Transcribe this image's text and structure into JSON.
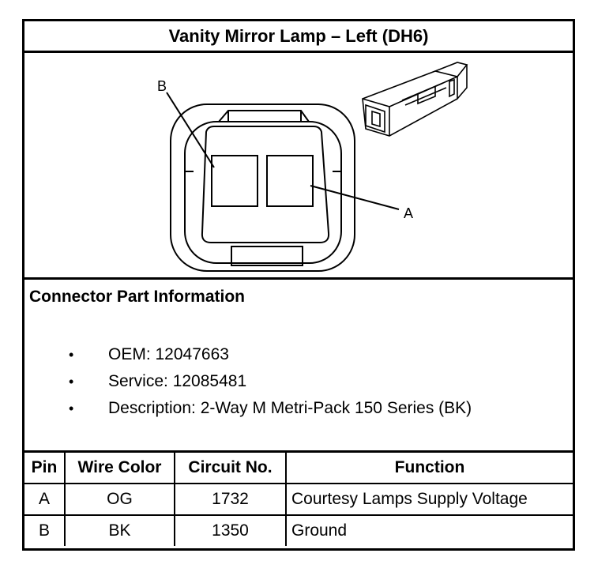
{
  "title": "Vanity Mirror Lamp – Left (DH6)",
  "figure": {
    "callout_a": "A",
    "callout_b": "B"
  },
  "connector_info": {
    "heading": "Connector Part Information",
    "items": [
      {
        "bullet": "•",
        "text": "OEM: 12047663"
      },
      {
        "bullet": "•",
        "text": "Service: 12085481"
      },
      {
        "bullet": "•",
        "text": "Description: 2-Way M Metri-Pack 150 Series (BK)"
      }
    ]
  },
  "pin_table": {
    "headers": [
      "Pin",
      "Wire Color",
      "Circuit No.",
      "Function"
    ],
    "rows": [
      [
        "A",
        "OG",
        "1732",
        "Courtesy Lamps Supply Voltage"
      ],
      [
        "B",
        "BK",
        "1350",
        "Ground"
      ]
    ]
  }
}
